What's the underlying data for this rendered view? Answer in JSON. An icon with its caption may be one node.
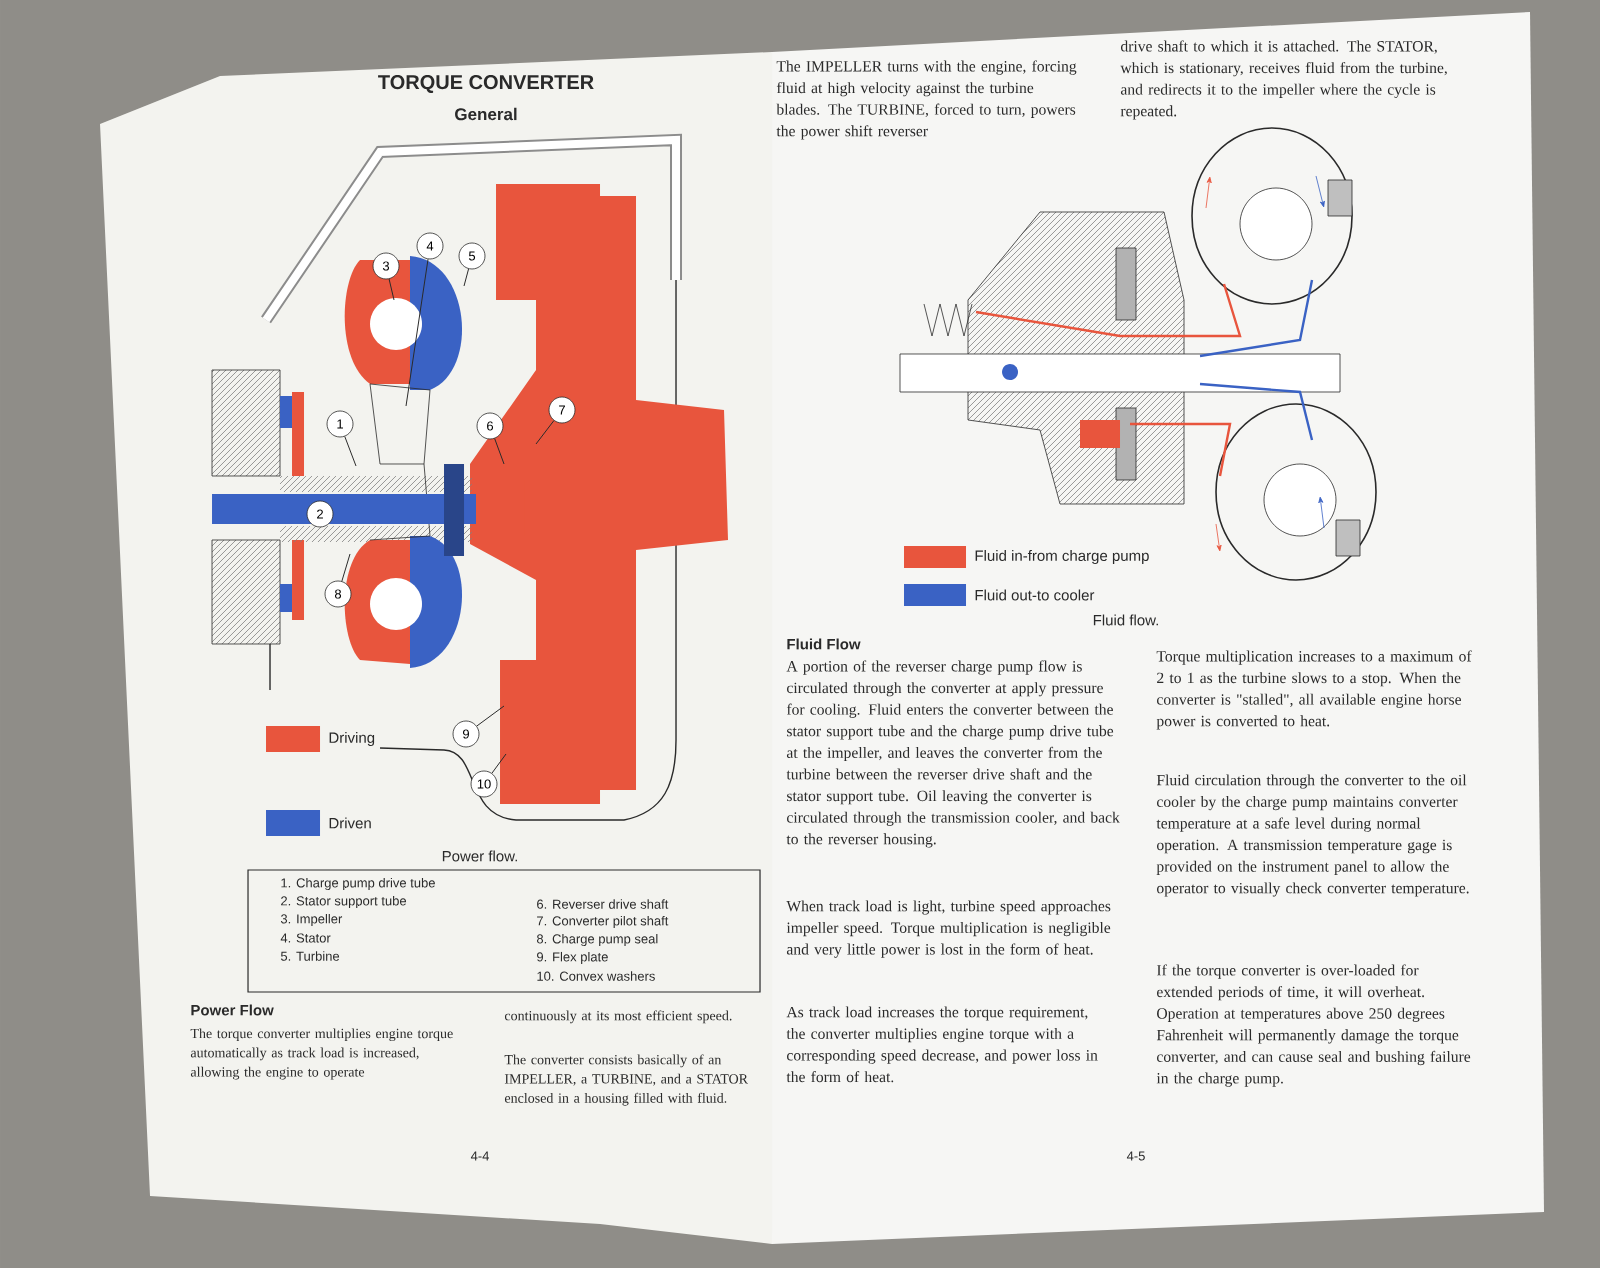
{
  "diagram": {
    "title": "TORQUE CONVERTER",
    "nodes": [
      {
        "text": [
          "1"
        ]
      },
      {
        "text": [
          "2"
        ]
      },
      {
        "text": [
          "3"
        ]
      },
      {
        "text": [
          "4"
        ]
      },
      {
        "text": [
          "5"
        ]
      },
      {
        "text": [
          "6"
        ]
      },
      {
        "text": [
          "7"
        ]
      },
      {
        "text": [
          "8"
        ]
      },
      {
        "text": [
          "9"
        ]
      },
      {
        "text": [
          "10"
        ]
      }
    ],
    "edges": [
      {
        "from": 0,
        "to": null,
        "arrow": "none"
      },
      {
        "from": 2,
        "to": null,
        "arrow": "none"
      },
      {
        "from": 3,
        "to": null,
        "arrow": "none"
      },
      {
        "from": 4,
        "to": null,
        "arrow": "none"
      },
      {
        "from": 5,
        "to": null,
        "arrow": "none"
      },
      {
        "from": 6,
        "to": null,
        "arrow": "none"
      },
      {
        "from": 7,
        "to": null,
        "arrow": "none"
      },
      {
        "from": 8,
        "to": null,
        "arrow": "none"
      },
      {
        "from": 9,
        "to": null,
        "arrow": "none"
      }
    ],
    "labels": [
      "General",
      "Power flow.",
      "1. Charge pump drive tube",
      "2. Stator support tube",
      "3. Impeller",
      "4. Stator",
      "5. Turbine",
      "6. Reverser drive shaft",
      "7. Converter pilot shaft",
      "8. Charge pump seal",
      "9. Flex plate",
      "10. Convex washers",
      "Power Flow",
      "The torque converter multiplies engine torque automatically as track load is increased, allowing the engine to operate",
      "continuously at its most efficient speed.",
      "The converter consists basically of an IMPELLER, a TURBINE, and a STATOR enclosed in a housing filled with fluid.",
      "4-4",
      "The IMPELLER turns with the engine, forcing fluid at high velocity against the turbine blades. The TURBINE, forced to turn, powers the power shift reverser",
      "drive shaft to which it is attached. The STATOR, which is stationary, receives fluid from the turbine, and redirects it to the impeller where the cycle is repeated.",
      "Fluid flow.",
      "Fluid Flow",
      "A portion of the reverser charge pump flow is circulated through the converter at apply pressure for cooling. Fluid enters the converter between the stator support tube and the charge pump drive tube at the impeller, and leaves the converter from the turbine between the reverser drive shaft and the stator support tube. Oil leaving the converter is circulated through the transmission cooler, and back to the reverser housing.",
      "When track load is light, turbine speed approaches impeller speed. Torque multiplication is negligible and very little power is lost in the form of heat.",
      "As track load increases the torque requirement, the converter multiplies engine torque with a corresponding speed decrease, and power loss in the form of heat.",
      "Torque multiplication increases to a maximum of 2 to 1 as the turbine slows to a stop. When the converter is \"stalled\", all available engine horse power is converted to heat.",
      "Fluid circulation through the converter to the oil cooler by the charge pump maintains converter temperature at a safe level during normal operation. A transmission temperature gage is provided on the instrument panel to allow the operator to visually check converter temperature.",
      "If the torque converter is over-loaded for extended periods of time, it will overheat. Operation at temperatures above 250 degrees Fahrenheit will permanently damage the torque converter, and can cause seal and bushing failure in the charge pump.",
      "4-5"
    ],
    "legend": [
      {
        "text": "Driving",
        "color": "#e8553d"
      },
      {
        "text": "Driven",
        "color": "#3a62c4"
      },
      {
        "text": "Fluid in-from charge pump",
        "color": "#e8553d"
      },
      {
        "text": "Fluid out-to cooler",
        "color": "#3a62c4"
      }
    ]
  }
}
